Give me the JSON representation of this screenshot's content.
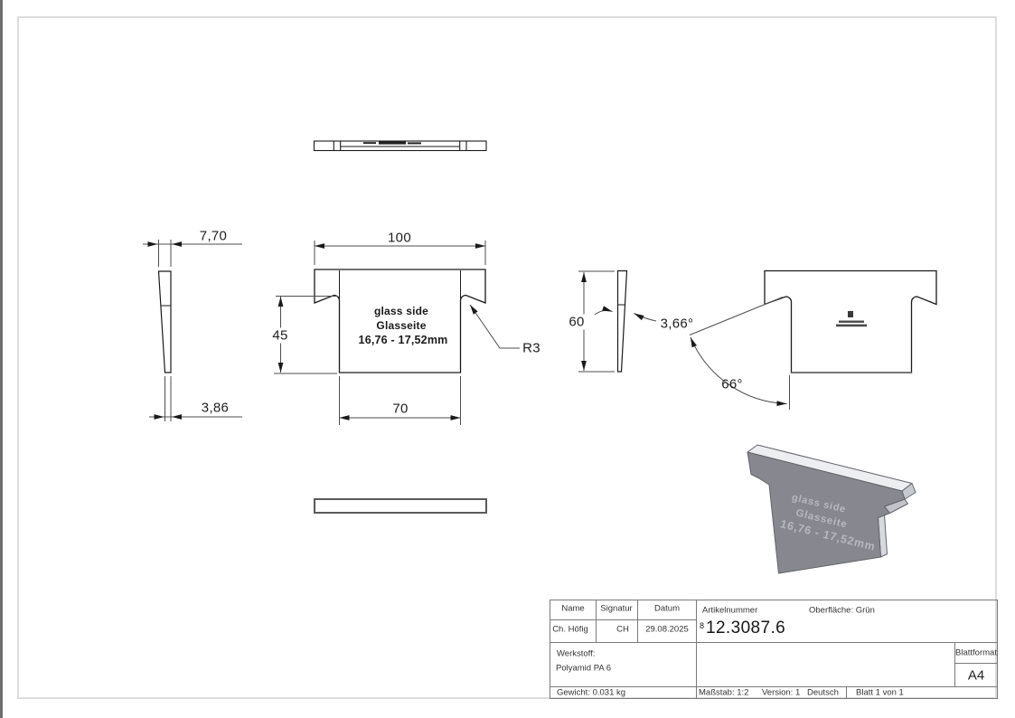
{
  "drawing": {
    "dimensions": {
      "front_width": "100",
      "front_height": "45",
      "slot_width": "70",
      "notch_radius": "R3",
      "side_top_thickness": "7,70",
      "side_bottom_thickness": "3,86",
      "side_height": "60",
      "taper_angle": "3,66°",
      "notch_angle": "66°"
    },
    "engraving": {
      "line1": "glass side",
      "line2": "Glasseite",
      "line3": "16,76 - 17,52mm"
    }
  },
  "title_block": {
    "headers": {
      "name": "Name",
      "signatur": "Signatur",
      "datum": "Datum",
      "artikelnummer": "Artikelnummer",
      "oberflaeche": "Oberfläche:  Grün"
    },
    "row": {
      "name": "Ch. Höfig",
      "signatur": "CH",
      "datum": "29.08.2025",
      "artikelnummer_prefix": "8",
      "artikelnummer": "12.3087.6"
    },
    "werkstoff_label": "Werkstoff:",
    "werkstoff_value": "Polyamid PA 6",
    "blattformat_label": "Blattformat",
    "blattformat_value": "A4",
    "gewicht": "Gewicht: 0.031 kg",
    "massstab": "Maßstab: 1:2",
    "version": "Version: 1",
    "sprache": "Deutsch",
    "blatt": "Blatt 1 von 1"
  }
}
